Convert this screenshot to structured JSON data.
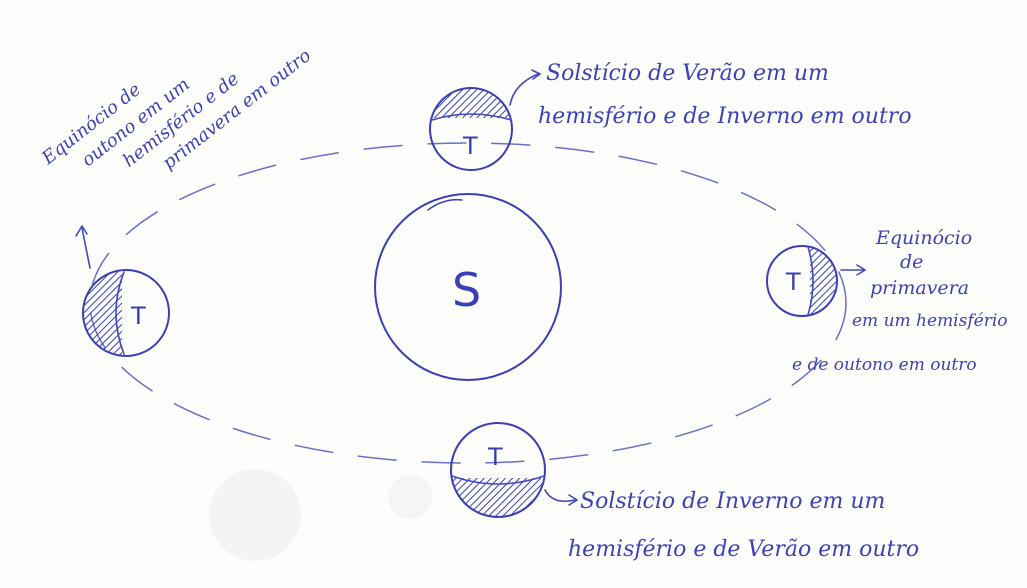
{
  "sun": {
    "label": "S"
  },
  "earth": {
    "label": "T"
  },
  "annotations": {
    "summer_solstice": {
      "line1": "Solstício de Verão em um",
      "line2": "hemisfério e de Inverno em outro"
    },
    "winter_solstice": {
      "line1": "Solstício de Inverno em um",
      "line2": "hemisfério e de Verão em outro"
    },
    "spring_equinox": {
      "line1": "Equinócio",
      "line2": "de",
      "line3": "primavera",
      "line4": "em um hemisfério",
      "line5": "e de outono em outro"
    },
    "autumn_equinox": {
      "line1": "Equinócio de",
      "line2": "outono em um",
      "line3": "hemisfério e de",
      "line4": "primavera em outro"
    }
  },
  "colors": {
    "ink": "#3a3fb3",
    "paper": "#fdfdfc"
  }
}
